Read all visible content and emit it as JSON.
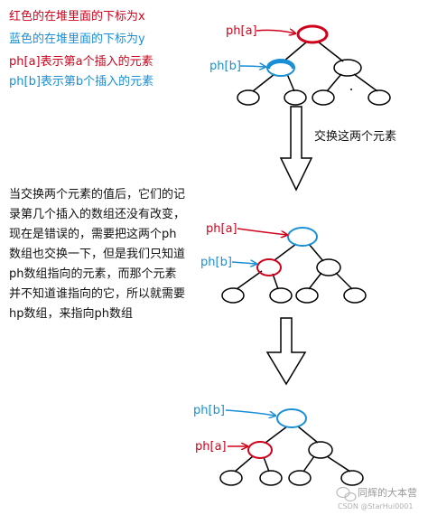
{
  "legend": [
    {
      "text": "红色的在堆里面的下标为x",
      "color": "#d0021b"
    },
    {
      "text": "蓝色的在堆里面的下标为y",
      "color": "#1a8fd6"
    },
    {
      "text": "ph[a]表示第a个插入的元素",
      "color": "#d0021b"
    },
    {
      "text": "ph[b]表示第b个插入的元素",
      "color": "#1a8fd6"
    }
  ],
  "labels": {
    "pha": "ph[a]",
    "phb": "ph[b]"
  },
  "arrow1_text": "交换这两个元素",
  "paragraph": [
    "当交换两个元素的值后，它们的记",
    "录第几个插入的数组还没有改变，",
    "现在是错误的，需要把这两个ph",
    "数组也交换一下，但是我们只知道",
    "ph数组指向的元素，而那个元素",
    "并不知道谁指向的它，所以就需要",
    "hp数组，来指向ph数组"
  ],
  "watermark": {
    "brand": "同辉的大本营",
    "csdn": "CSDN @StarHui0001"
  },
  "colors": {
    "red": "#d0021b",
    "blue": "#1a8fd6",
    "black": "#000000"
  }
}
